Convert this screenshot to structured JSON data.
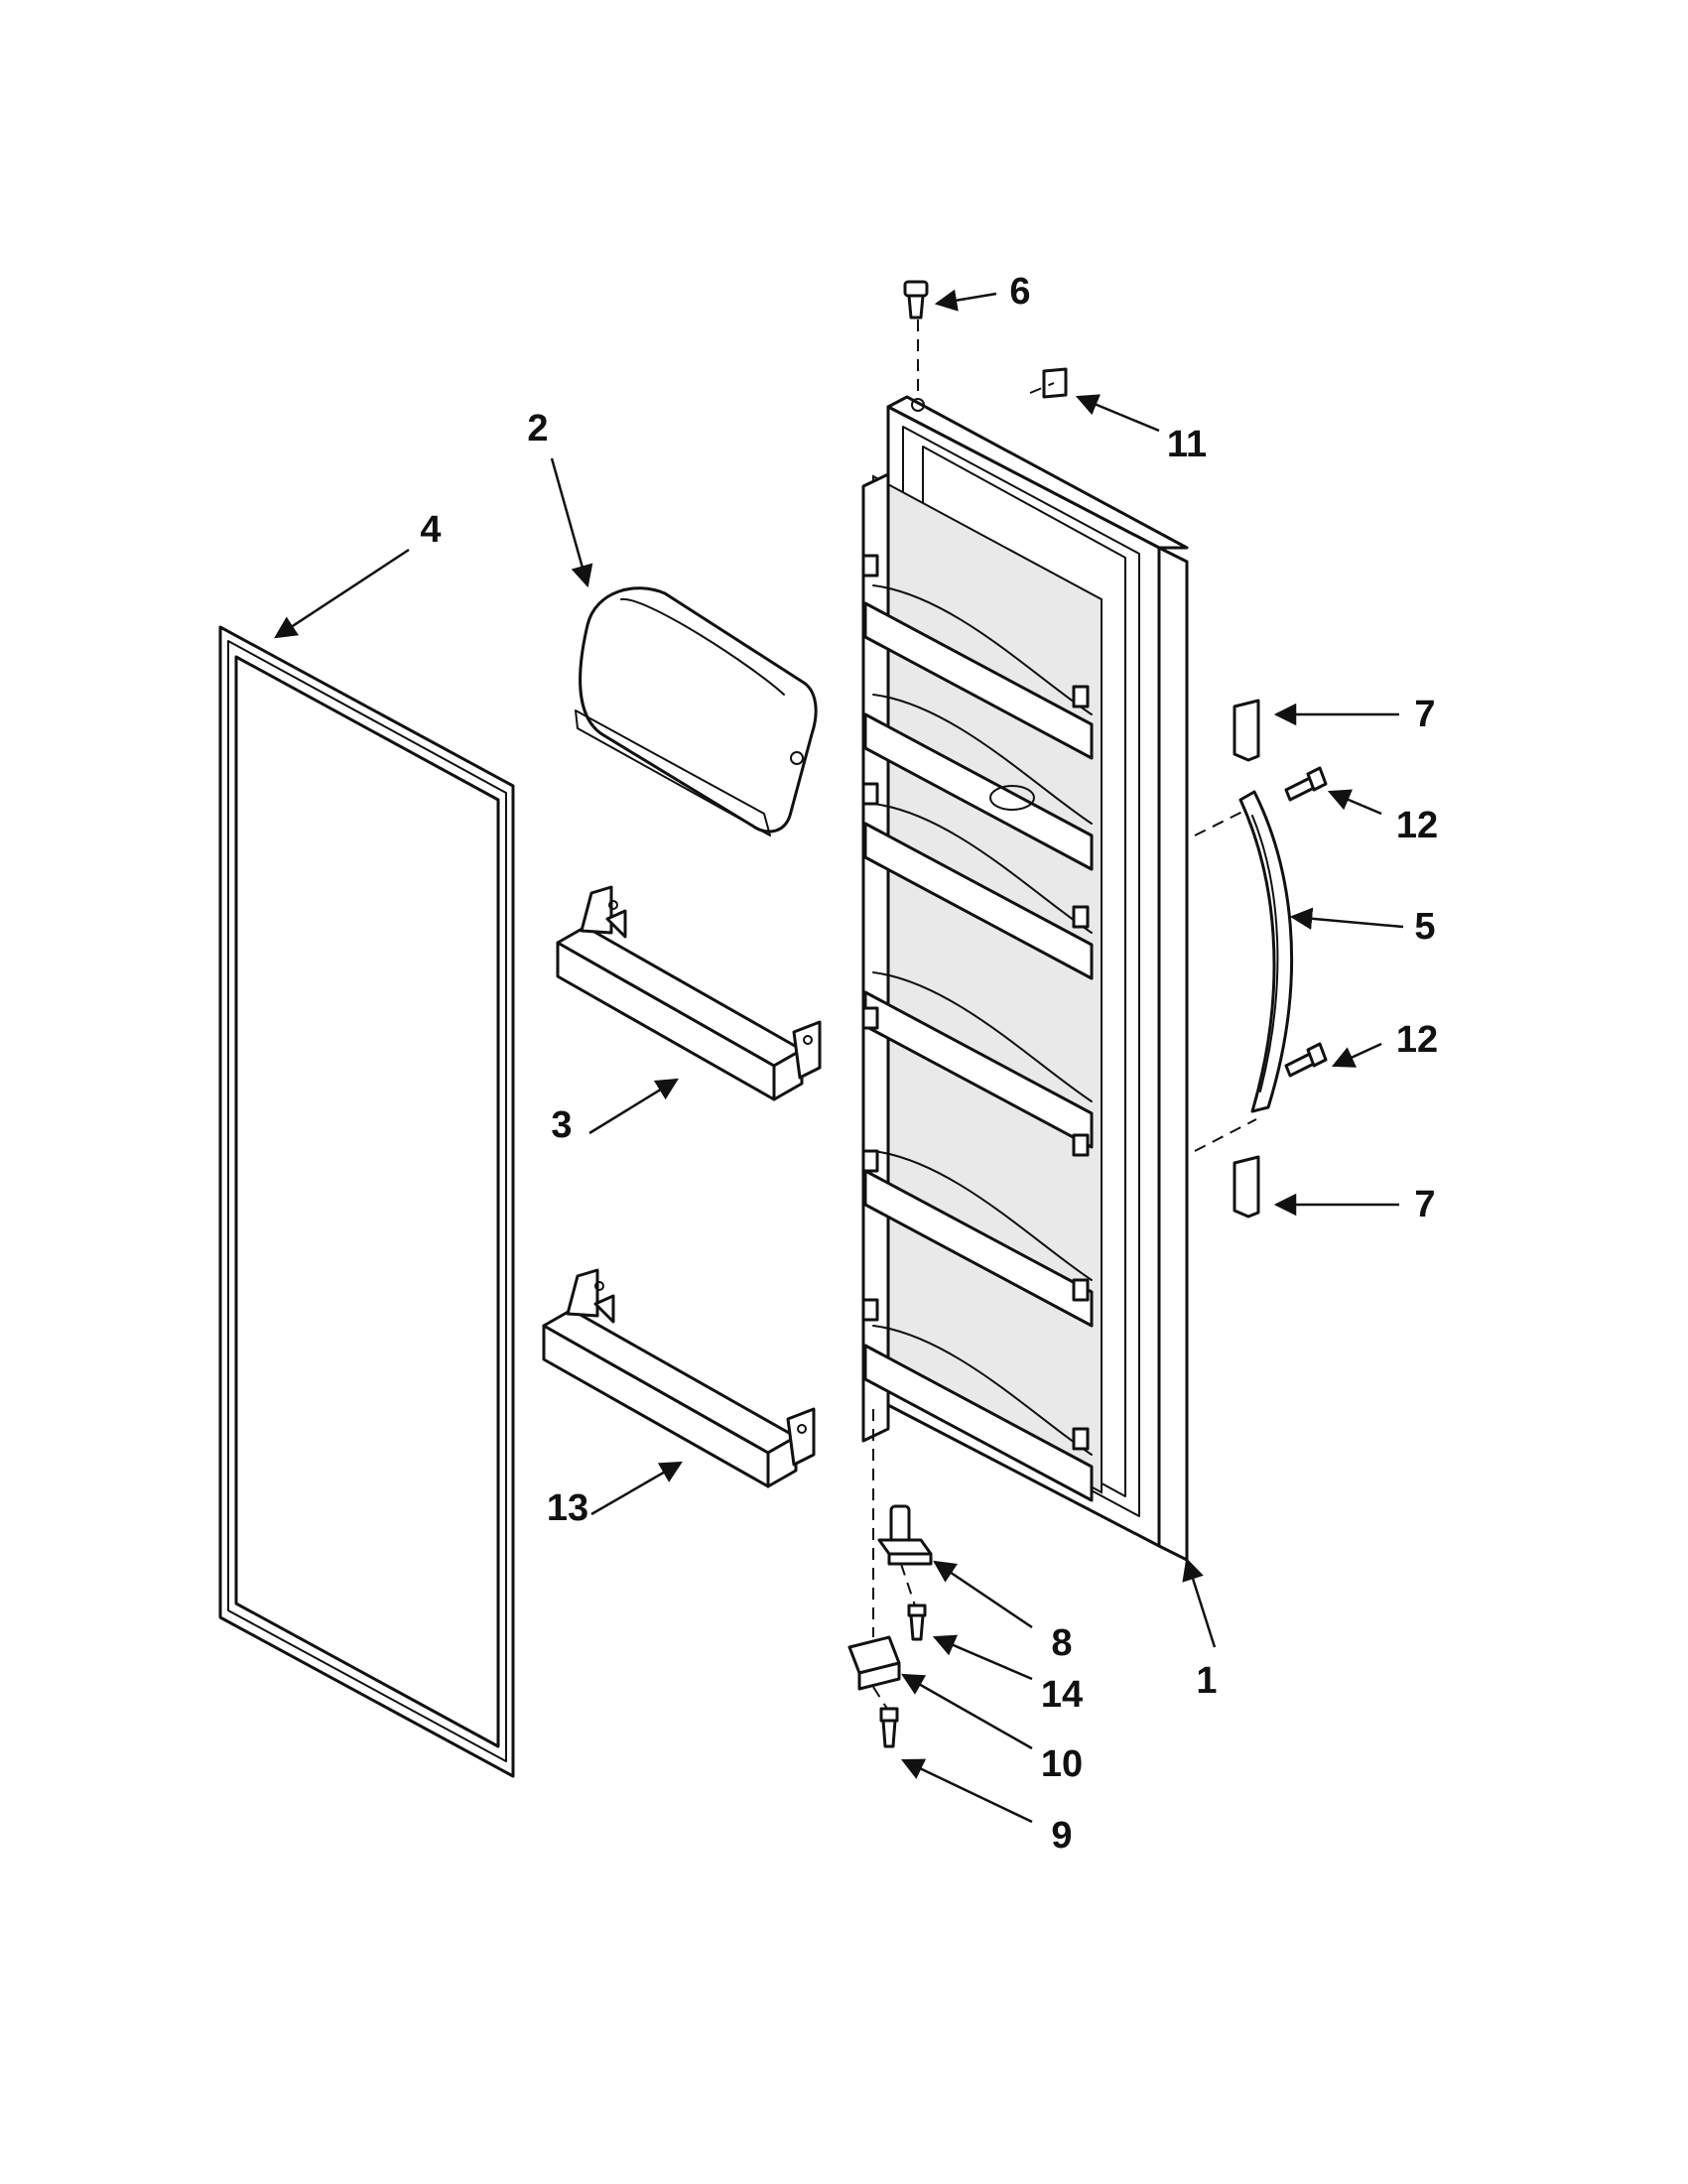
{
  "diagram": {
    "type": "exploded-parts-view",
    "callouts": [
      {
        "id": "c1",
        "label": "1"
      },
      {
        "id": "c2",
        "label": "2"
      },
      {
        "id": "c3",
        "label": "3"
      },
      {
        "id": "c4",
        "label": "4"
      },
      {
        "id": "c5",
        "label": "5"
      },
      {
        "id": "c6",
        "label": "6"
      },
      {
        "id": "c7a",
        "label": "7"
      },
      {
        "id": "c7b",
        "label": "7"
      },
      {
        "id": "c8",
        "label": "8"
      },
      {
        "id": "c9",
        "label": "9"
      },
      {
        "id": "c10",
        "label": "10"
      },
      {
        "id": "c11",
        "label": "11"
      },
      {
        "id": "c12a",
        "label": "12"
      },
      {
        "id": "c12b",
        "label": "12"
      },
      {
        "id": "c13",
        "label": "13"
      },
      {
        "id": "c14",
        "label": "14"
      }
    ]
  }
}
